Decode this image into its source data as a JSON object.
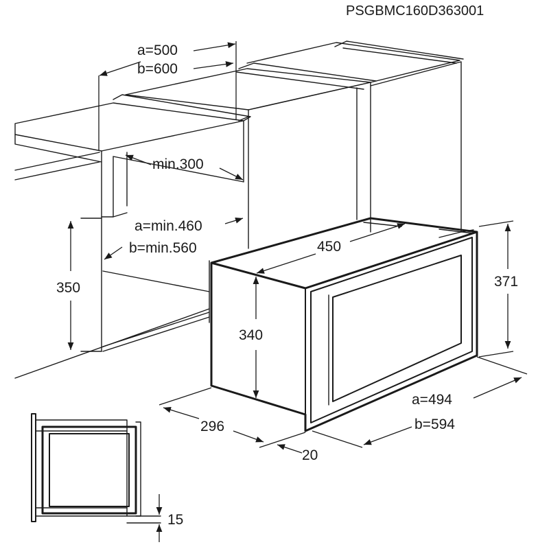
{
  "diagram": {
    "code": "PSGBMC160D363001",
    "labels": {
      "a_500": "a=500",
      "b_600": "b=600",
      "min_300": "min.300",
      "a_min_460": "a=min.460",
      "b_min_560": "b=min.560",
      "d_350": "350",
      "d_450": "450",
      "d_371": "371",
      "d_340": "340",
      "d_296": "296",
      "a_494": "a=494",
      "b_594": "b=594",
      "d_20": "20",
      "d_15": "15"
    }
  }
}
